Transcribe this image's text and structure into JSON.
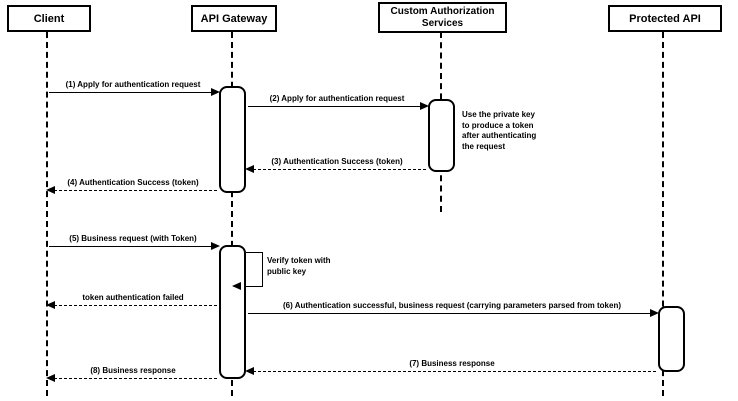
{
  "diagram": {
    "kind": "uml-sequence-diagram",
    "actors": [
      {
        "id": "client",
        "label": "Client"
      },
      {
        "id": "api-gateway",
        "label": "API Gateway"
      },
      {
        "id": "custom-authorization-services",
        "label": "Custom Authorization\nServices"
      },
      {
        "id": "protected-api",
        "label": "Protected API"
      }
    ],
    "messages": [
      {
        "label": "(1) Apply for authentication request",
        "from": "Client",
        "to": "API Gateway",
        "line": "solid"
      },
      {
        "label": "(2) Apply for authentication request",
        "from": "API Gateway",
        "to": "Custom Authorization Services",
        "line": "solid"
      },
      {
        "label": "(3) Authentication Success (token)",
        "from": "Custom Authorization Services",
        "to": "API Gateway",
        "line": "dashed"
      },
      {
        "label": "(4) Authentication Success (token)",
        "from": "API Gateway",
        "to": "Client",
        "line": "dashed"
      },
      {
        "label": "(5) Business request (with Token)",
        "from": "Client",
        "to": "API Gateway",
        "line": "solid"
      },
      {
        "label": "Verify token with public key",
        "from": "API Gateway",
        "to": "API Gateway",
        "line": "self"
      },
      {
        "label": "token authentication failed",
        "from": "API Gateway",
        "to": "Client",
        "line": "dashed"
      },
      {
        "label": "(6) Authentication successful, business request (carrying parameters parsed from token)",
        "from": "API Gateway",
        "to": "Protected API",
        "line": "solid"
      },
      {
        "label": "(7) Business response",
        "from": "Protected API",
        "to": "API Gateway",
        "line": "dashed"
      },
      {
        "label": "(8) Business response",
        "from": "API Gateway",
        "to": "Client",
        "line": "dashed"
      }
    ],
    "notes": [
      {
        "text": "Use the private key to produce a token after authenticating the request",
        "near": "Custom Authorization Services"
      }
    ],
    "colors": {
      "line": "#000000",
      "background": "#ffffff",
      "box_fill": "#ffffff"
    }
  }
}
